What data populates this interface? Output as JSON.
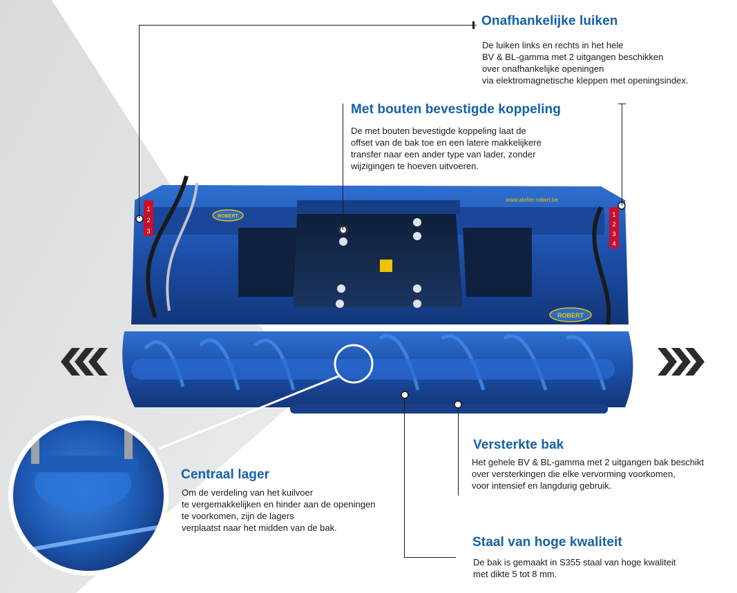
{
  "callouts": {
    "luiken": {
      "title": "Onafhankelijke luiken",
      "lines": [
        "De luiken links en rechts in het hele",
        "BV & BL-gamma met 2 uitgangen beschikken",
        "over onafhankelijke openingen",
        "via elektromagnetische kleppen met openingsindex."
      ]
    },
    "koppeling": {
      "title": "Met bouten bevestigde koppeling",
      "lines": [
        "De met bouten bevestigde koppeling laat de",
        "offset van de bak toe en een latere makkelijkere",
        "transfer naar een ander type van lader, zonder",
        "wijzigingen te hoeven uitvoeren."
      ]
    },
    "bak": {
      "title": "Versterkte bak",
      "lines": [
        "Het gehele BV & BL-gamma met 2 uitgangen bak beschikt",
        "over versterkingen die elke vervorming voorkomen,",
        "voor intensief en langdurig gebruik."
      ]
    },
    "lager": {
      "title": "Centraal lager",
      "lines": [
        "Om de verdeling van het kuilvoer",
        "te vergemakkelijken en hinder aan de openingen",
        "te voorkomen, zijn de lagers",
        "verplaatst naar het midden van de bak."
      ]
    },
    "staal": {
      "title": "Staal van hoge kwaliteit",
      "lines": [
        "De bak is gemaakt in S355 staal van hoge kwaliteit",
        "met dikte 5 tot 8 mm."
      ]
    }
  },
  "machine": {
    "brand": "ROBERT",
    "website": "www.atelier-robert.be",
    "left_hatch_numbers": [
      "1",
      "2",
      "3"
    ],
    "right_hatch_numbers": [
      "1",
      "2",
      "3",
      "4"
    ]
  },
  "colors": {
    "accent_blue": "#1560a8",
    "machine_blue": "#1f4fa6",
    "arrow_dark": "#2b2b2b"
  },
  "icons": {
    "left_arrows": "triple-chevron-left-icon",
    "right_arrows": "triple-chevron-right-icon"
  }
}
